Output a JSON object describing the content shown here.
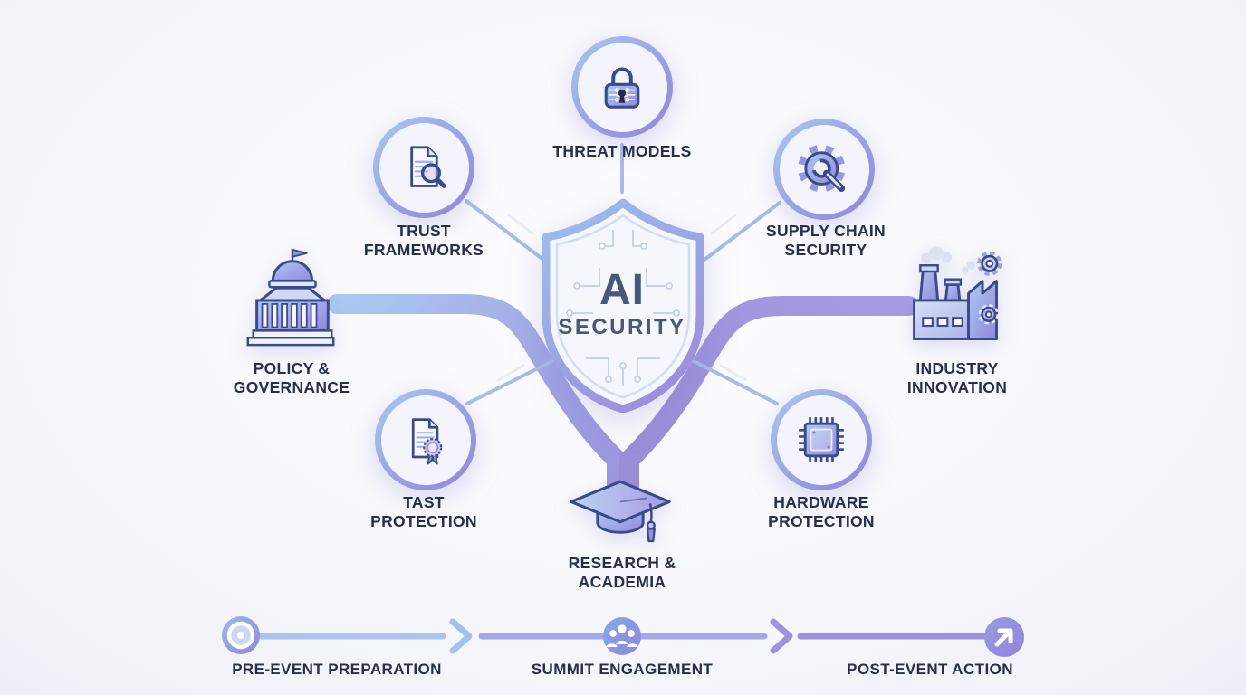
{
  "center": {
    "line1": "AI",
    "line2": "SECURITY"
  },
  "nodes": {
    "threat_models": {
      "label": "THREAT MODELS",
      "icon": "lock-icon"
    },
    "trust_frameworks": {
      "label": "TRUST\nFRAMEWORKS",
      "icon": "document-search-icon"
    },
    "supply_chain": {
      "label": "SUPPLY CHAIN\nSECURITY",
      "icon": "gear-wrench-icon"
    },
    "policy_governance": {
      "label": "POLICY &\nGOVERNANCE",
      "icon": "capitol-icon"
    },
    "industry_innovation": {
      "label": "INDUSTRY\nINNOVATION",
      "icon": "factory-icon"
    },
    "tast_protection": {
      "label": "TAST\nPROTECTION",
      "icon": "certificate-icon"
    },
    "hardware_protection": {
      "label": "HARDWARE\nPROTECTION",
      "icon": "chip-icon"
    },
    "research_academia": {
      "label": "RESEARCH &\nACADEMIA",
      "icon": "graduation-cap-icon"
    }
  },
  "timeline": {
    "pre_event": {
      "label": "PRE-EVENT PREPARATION",
      "icon": "target-icon"
    },
    "summit": {
      "label": "SUMMIT ENGAGEMENT",
      "icon": "people-icon"
    },
    "post_event": {
      "label": "POST-EVENT ACTION",
      "icon": "arrow-up-right-icon"
    }
  },
  "colors": {
    "accent_blue": "#a9c6ee",
    "accent_purple": "#9b8fdc",
    "icon_outline": "#3c4a8c",
    "label_text": "#272e4e",
    "shield_text": "#4b5779",
    "background": "#f5f6fb"
  }
}
